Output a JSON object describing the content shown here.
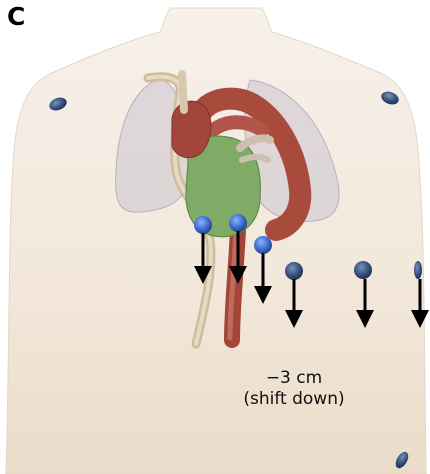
{
  "figure": {
    "panel_label": "C",
    "annotation_shift": "−3 cm",
    "annotation_direction": "(shift down)"
  },
  "colors": {
    "torso": "#f4ebe0",
    "lungs": "#ccc6d0",
    "heart_muscle": "#a8483e",
    "heart_green": "#7faa66",
    "aorta": "#b04b3e",
    "bone": "#d8c9ac",
    "electrode": "#4a78c8",
    "arrow": "#000000"
  },
  "electrodes": {
    "shifted_count": 6,
    "unshifted_count": 3
  }
}
